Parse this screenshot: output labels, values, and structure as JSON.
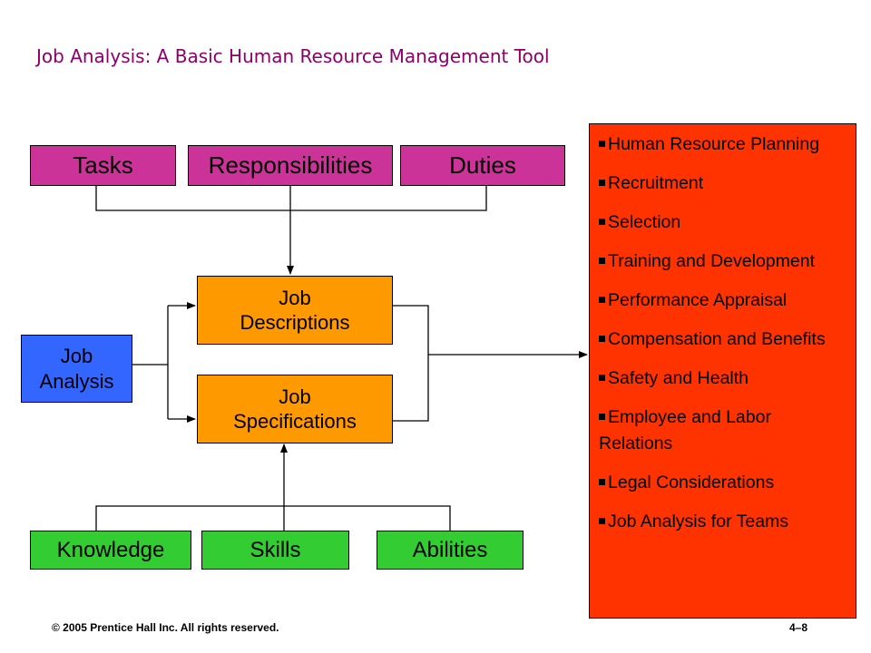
{
  "title": "Job Analysis: A Basic Human Resource Management Tool",
  "top_boxes": [
    "Tasks",
    "Responsibilities",
    "Duties"
  ],
  "job_descriptions": [
    "Job",
    "Descriptions"
  ],
  "job_specifications": [
    "Job",
    "Specifications"
  ],
  "job_analysis": [
    "Job",
    "Analysis"
  ],
  "bottom_boxes": [
    "Knowledge",
    "Skills",
    "Abilities"
  ],
  "uses": [
    "Human Resource Planning",
    "Recruitment",
    "Selection",
    "Training and Development",
    "Performance Appraisal",
    "Compensation and Benefits",
    "Safety and Health",
    "Employee and Labor Relations",
    "Legal Considerations",
    "Job Analysis for Teams"
  ],
  "footer": {
    "copyright": "© 2005 Prentice Hall Inc. All rights reserved.",
    "page": "4–8"
  },
  "colors": {
    "title": "#8b006b",
    "pink": "#cc3399",
    "orange": "#ff9900",
    "blue": "#3366ff",
    "green": "#33cc33",
    "red_panel": "#ff3300"
  }
}
